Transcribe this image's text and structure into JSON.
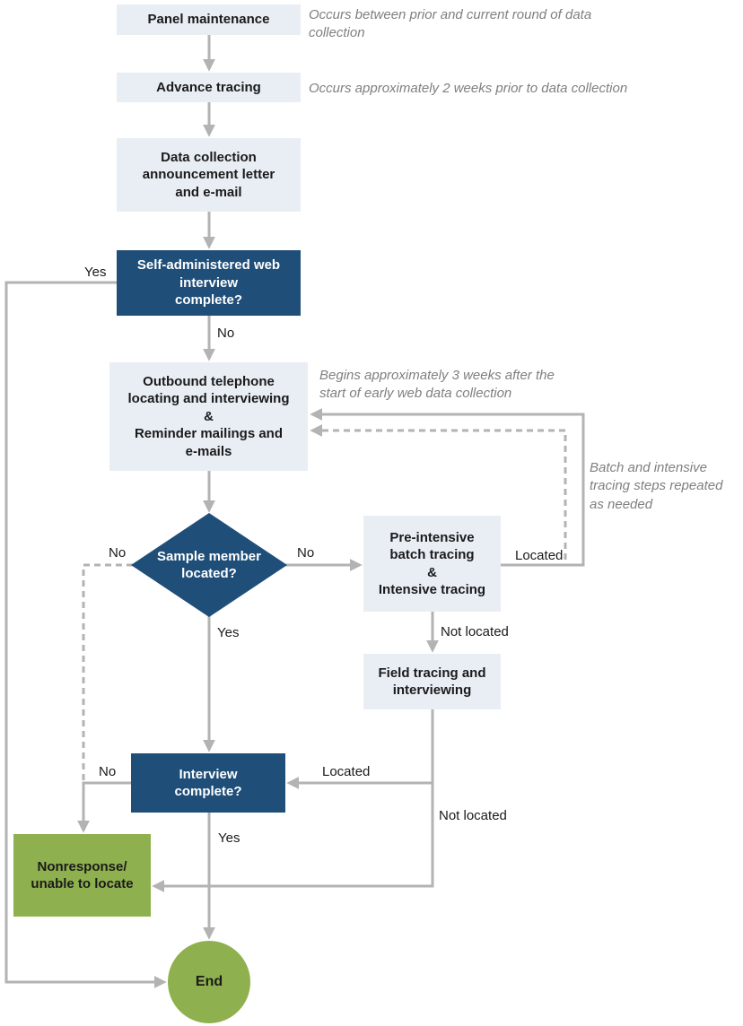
{
  "colors": {
    "light_box_bg": "#e9eef5",
    "dark_box_bg": "#1f4e79",
    "dark_box_text": "#ffffff",
    "green_bg": "#8fb04e",
    "connector": "#b3b3b3",
    "annotation_text": "#7f7f7f",
    "box_text": "#1a1a1a"
  },
  "nodes": {
    "panel_maintenance": {
      "label": "Panel maintenance"
    },
    "advance_tracing": {
      "label": "Advance tracing"
    },
    "announcement": {
      "label": "Data collection\nannouncement letter\nand e-mail"
    },
    "web_interview": {
      "label": "Self-administered web\ninterview\ncomplete?"
    },
    "outbound": {
      "label": "Outbound telephone\nlocating and interviewing\n&\nReminder mailings and\ne-mails"
    },
    "sample_located": {
      "label": "Sample\nmember\nlocated?"
    },
    "batch_tracing": {
      "label": "Pre-intensive\nbatch tracing\n&\nIntensive tracing"
    },
    "field_tracing": {
      "label": "Field tracing and\ninterviewing"
    },
    "interview_complete": {
      "label": "Interview\ncomplete?"
    },
    "nonresponse": {
      "label": "Nonresponse/\nunable to locate"
    },
    "end": {
      "label": "End"
    }
  },
  "annotations": {
    "panel": "Occurs between prior and current round of data\ncollection",
    "advance": "Occurs approximately 2 weeks prior to data collection",
    "outbound": "Begins approximately 3 weeks after the\nstart of early web data collection",
    "tracing_repeat": "Batch and intensive\ntracing steps repeated\nas needed"
  },
  "edge_labels": {
    "web_yes": "Yes",
    "web_no": "No",
    "sample_no_left": "No",
    "sample_no_right": "No",
    "sample_yes": "Yes",
    "batch_located": "Located",
    "batch_not_located": "Not located",
    "field_located": "Located",
    "field_not_located": "Not located",
    "interview_no": "No",
    "interview_yes": "Yes"
  }
}
